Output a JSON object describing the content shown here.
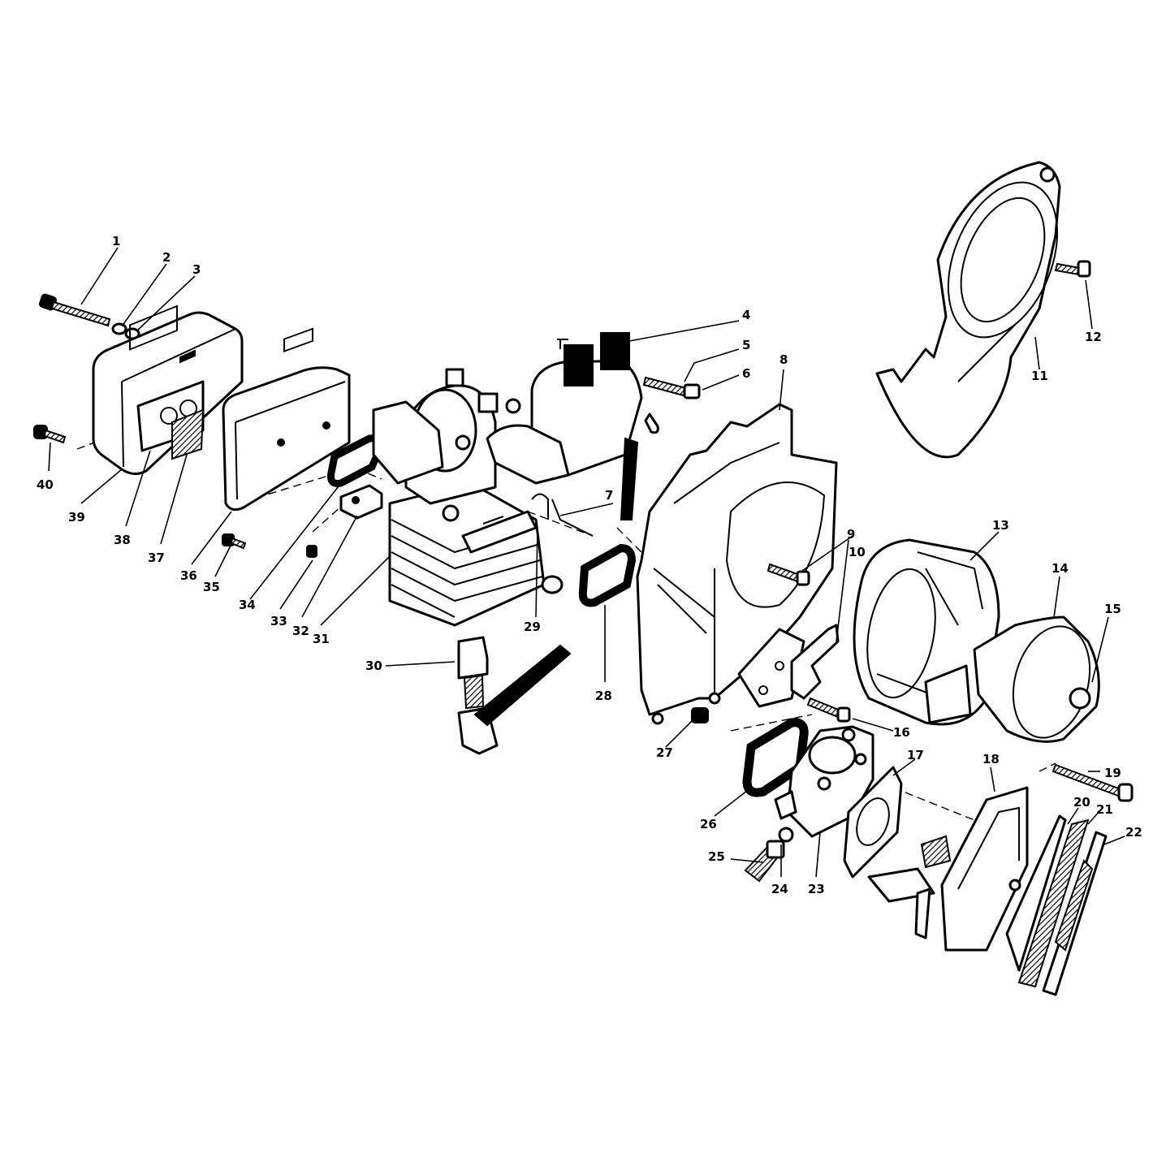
{
  "colors": {
    "ink": "#000000",
    "paper": "#ffffff"
  },
  "callouts": [
    {
      "id": "1",
      "text": "1"
    },
    {
      "id": "2",
      "text": "2"
    },
    {
      "id": "3",
      "text": "3"
    },
    {
      "id": "4",
      "text": "4"
    },
    {
      "id": "5",
      "text": "5"
    },
    {
      "id": "6",
      "text": "6"
    },
    {
      "id": "7",
      "text": "7"
    },
    {
      "id": "8",
      "text": "8"
    },
    {
      "id": "9",
      "text": "9"
    },
    {
      "id": "10",
      "text": "10"
    },
    {
      "id": "11",
      "text": "11"
    },
    {
      "id": "12",
      "text": "12"
    },
    {
      "id": "13",
      "text": "13"
    },
    {
      "id": "14",
      "text": "14"
    },
    {
      "id": "15",
      "text": "15"
    },
    {
      "id": "16",
      "text": "16"
    },
    {
      "id": "17",
      "text": "17"
    },
    {
      "id": "18",
      "text": "18"
    },
    {
      "id": "19",
      "text": "19"
    },
    {
      "id": "20",
      "text": "20"
    },
    {
      "id": "21",
      "text": "21"
    },
    {
      "id": "22",
      "text": "22"
    },
    {
      "id": "23",
      "text": "23"
    },
    {
      "id": "24",
      "text": "24"
    },
    {
      "id": "25",
      "text": "25"
    },
    {
      "id": "26",
      "text": "26"
    },
    {
      "id": "27",
      "text": "27"
    },
    {
      "id": "28",
      "text": "28"
    },
    {
      "id": "29",
      "text": "29"
    },
    {
      "id": "30",
      "text": "30"
    },
    {
      "id": "31",
      "text": "31"
    },
    {
      "id": "32",
      "text": "32"
    },
    {
      "id": "33",
      "text": "33"
    },
    {
      "id": "34",
      "text": "34"
    },
    {
      "id": "35",
      "text": "35"
    },
    {
      "id": "36",
      "text": "36"
    },
    {
      "id": "37",
      "text": "37"
    },
    {
      "id": "38",
      "text": "38"
    },
    {
      "id": "39",
      "text": "39"
    },
    {
      "id": "40",
      "text": "40"
    }
  ]
}
